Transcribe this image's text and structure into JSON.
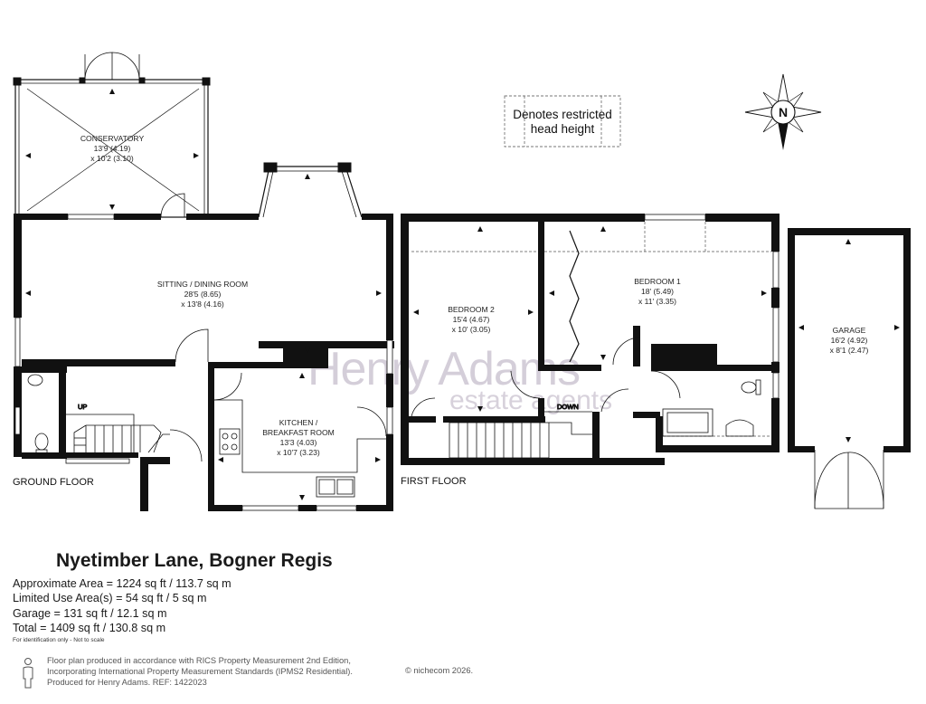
{
  "title": "Nyetimber Lane, Bogner Regis",
  "areas": {
    "approximate": "Approximate Area = 1224 sq ft / 113.7 sq m",
    "limited_use": "Limited Use Area(s) = 54 sq ft / 5 sq m",
    "garage": "Garage = 131 sq ft / 12.1 sq m",
    "total": "Total = 1409 sq ft / 130.8 sq m"
  },
  "disclaimer": "For identification only - Not to scale",
  "footer": {
    "line1": "Floor plan produced in accordance with RICS Property Measurement 2nd Edition,",
    "line2": "Incorporating International Property Measurement Standards (IPMS2 Residential).",
    "line3": "Produced for Henry Adams.   REF: 1422023",
    "copyright": "© nichecom 2026."
  },
  "legend": {
    "line1": "Denotes restricted",
    "line2": "head height"
  },
  "compass": {
    "label": "N"
  },
  "floors": {
    "ground": "GROUND FLOOR",
    "first": "FIRST FLOOR"
  },
  "stairs": {
    "up": "UP",
    "down": "DOWN"
  },
  "watermark": {
    "brand": "Henry Adams",
    "tagline": "estate agents"
  },
  "rooms": {
    "conservatory": {
      "name": "CONSERVATORY",
      "dim1": "13'9 (4.19)",
      "dim2": "x 10'2 (3.10)"
    },
    "sitting": {
      "name": "SITTING / DINING ROOM",
      "dim1": "28'5 (8.65)",
      "dim2": "x 13'8 (4.16)"
    },
    "kitchen": {
      "name1": "KITCHEN /",
      "name2": "BREAKFAST ROOM",
      "dim1": "13'3 (4.03)",
      "dim2": "x 10'7 (3.23)"
    },
    "bedroom2": {
      "name": "BEDROOM 2",
      "dim1": "15'4 (4.67)",
      "dim2": "x 10' (3.05)"
    },
    "bedroom1": {
      "name": "BEDROOM 1",
      "dim1": "18' (5.49)",
      "dim2": "x 11' (3.35)"
    },
    "garage": {
      "name": "GARAGE",
      "dim1": "16'2 (4.92)",
      "dim2": "x 8'1 (2.47)"
    }
  }
}
